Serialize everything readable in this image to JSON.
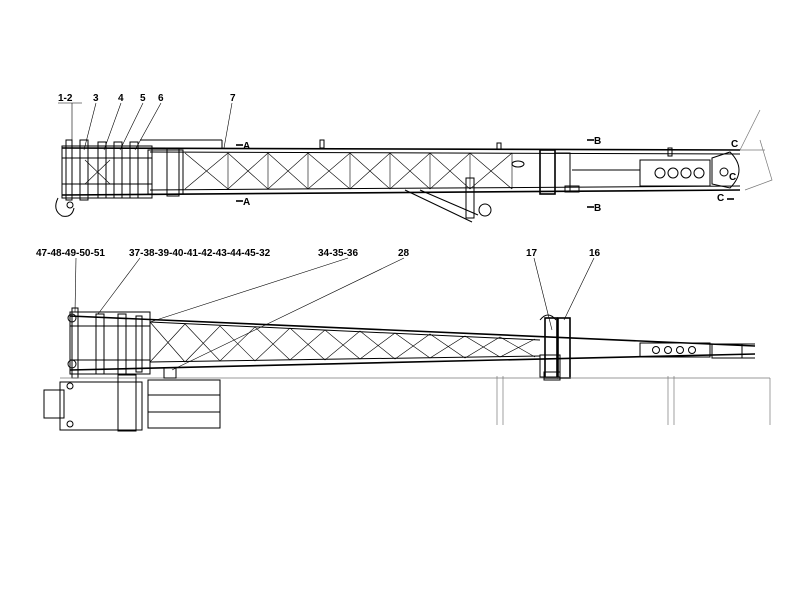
{
  "top_view": {
    "labels": [
      "1-2",
      "3",
      "4",
      "5",
      "6",
      "7"
    ],
    "sections": {
      "a_top": "A",
      "a_bottom": "A",
      "b_top": "B",
      "b_bottom": "B",
      "c_top": "C",
      "c_mid": "C",
      "c_bottom": "C"
    }
  },
  "bottom_view": {
    "labels": [
      "47-48-49-50-51",
      "37-38-39-40-41-42-43-44-45-32",
      "34-35-36",
      "28",
      "17",
      "16"
    ]
  }
}
